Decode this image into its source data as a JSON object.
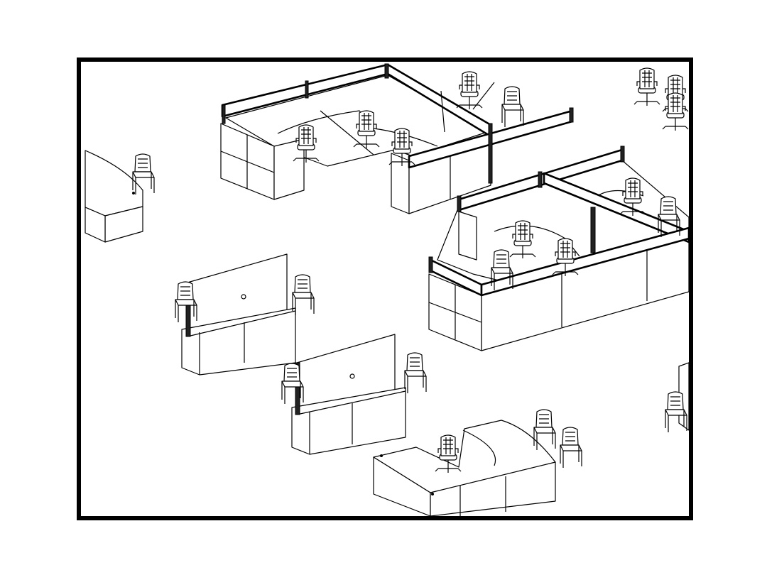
{
  "drawing": {
    "style": "isometric line drawing",
    "colors": {
      "line": "#000000",
      "background": "#ffffff"
    },
    "objects": [
      "cubicle-cluster-north",
      "cubicle-cluster-east",
      "reception-desk-west",
      "storage-cabinet-west",
      "storage-cabinet-middle",
      "l-shaped-desk-south",
      "task-chair",
      "guest-chair"
    ]
  }
}
